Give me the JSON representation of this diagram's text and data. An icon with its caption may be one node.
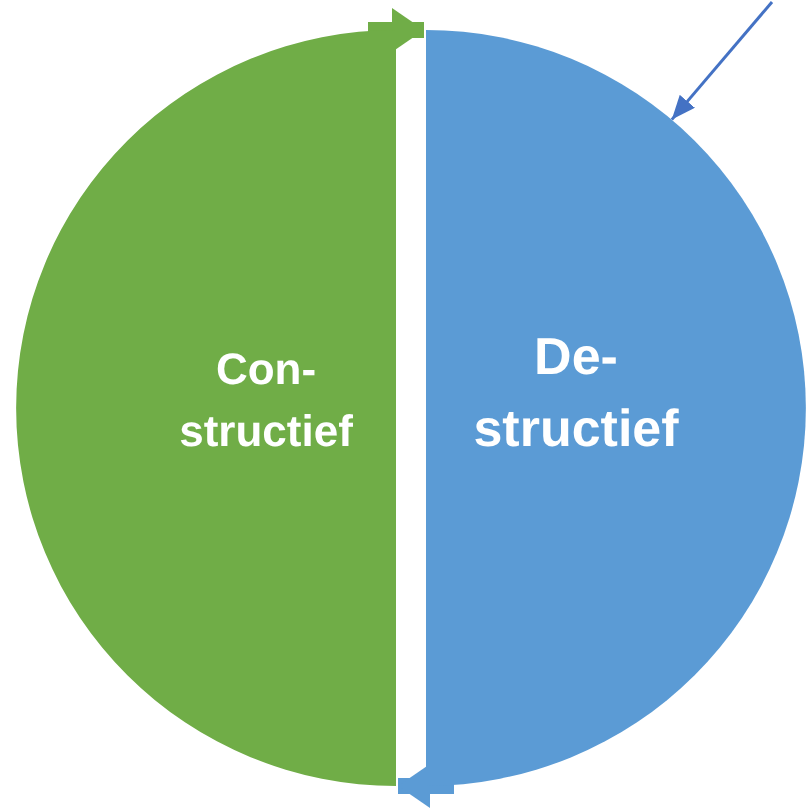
{
  "diagram": {
    "nodes": [
      {
        "text": [
          "Con- structief"
        ]
      },
      {
        "text": [
          "De- structief"
        ]
      }
    ],
    "edges": [
      {
        "from": 0,
        "to": 1,
        "arrow": "to",
        "color": "#70ad47"
      },
      {
        "from": 1,
        "to": 0,
        "arrow": "to",
        "color": "#5b9bd5"
      },
      {
        "from": null,
        "to": 1,
        "arrow": "to",
        "color": "#4472c4"
      }
    ]
  }
}
